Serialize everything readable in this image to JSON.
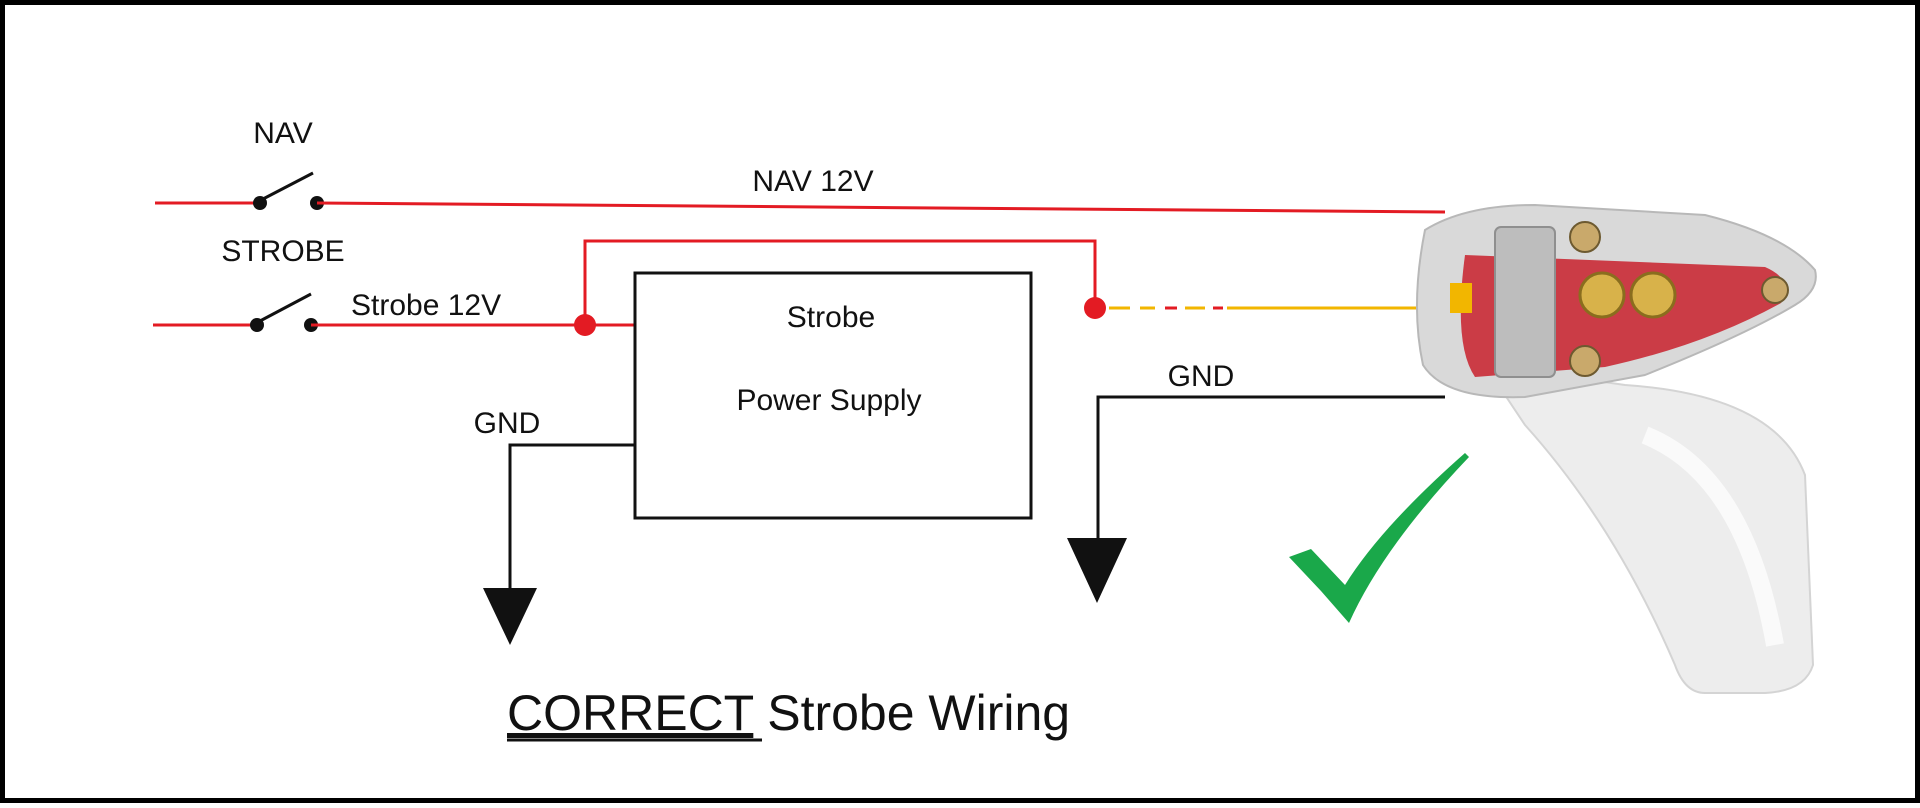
{
  "labels": {
    "nav_switch": "NAV",
    "nav_line": "NAV 12V",
    "strobe_switch": "STROBE",
    "strobe_line": "Strobe 12V",
    "psu_line1": "Strobe",
    "psu_line2": "Power Supply",
    "gnd_left": "GND",
    "gnd_right": "GND"
  },
  "title": {
    "emphasis": "CORRECT",
    "rest": " Strobe Wiring"
  },
  "colors": {
    "power_wire": "#e31b23",
    "ground_wire": "#111111",
    "strobe_signal_wire": "#f2b600",
    "check_mark": "#1aa84a",
    "light_lens": "#d9d9d9",
    "light_housing": "#ededed",
    "light_board": "#c8202b"
  },
  "icons": {
    "check": "check-mark-icon",
    "ground": "ground-arrow-icon",
    "light": "wingtip-light-icon"
  }
}
